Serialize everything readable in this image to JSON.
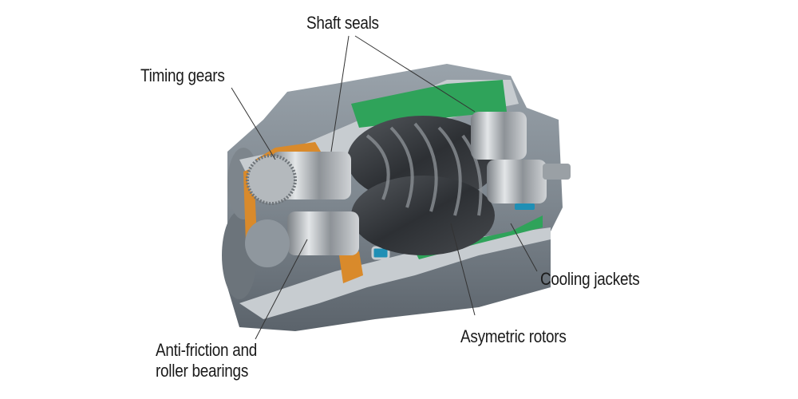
{
  "diagram": {
    "subject": "Cutaway view of a rotary screw compressor",
    "labels": [
      {
        "id": "shaft-seals",
        "text": "Shaft seals"
      },
      {
        "id": "timing-gears",
        "text": "Timing gears"
      },
      {
        "id": "anti-friction",
        "lines": [
          "Anti-friction and",
          "roller bearings"
        ]
      },
      {
        "id": "cooling-jackets",
        "text": "Cooling jackets"
      },
      {
        "id": "asymetric-rotors",
        "text": "Asymetric rotors"
      }
    ],
    "colors": {
      "casing": "#8d969e",
      "casing_dark": "#5e666e",
      "cut_face": "#c7ccd0",
      "coolant_green": "#2fa35a",
      "oil_orange": "#d98a2b",
      "water_blue": "#1f8fb5",
      "rotor": "#3a3d41",
      "leader_line": "#333333"
    }
  }
}
